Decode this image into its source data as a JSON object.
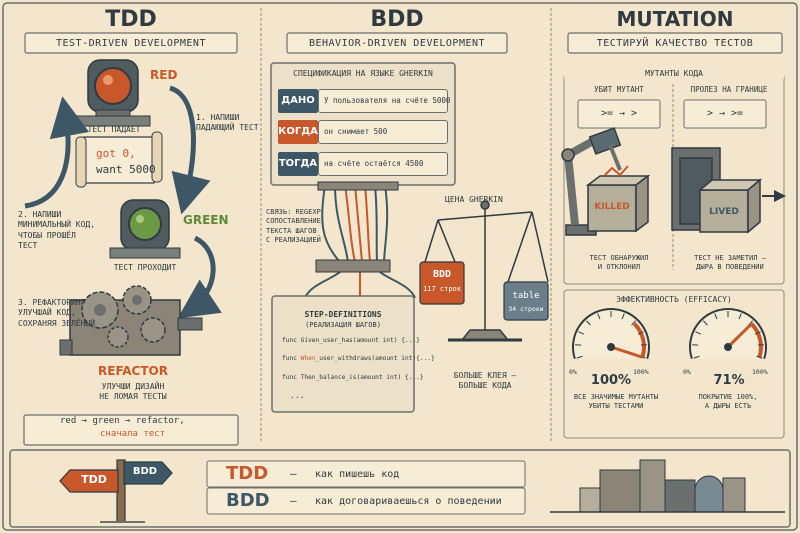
{
  "tdd": {
    "title": "TDD",
    "subtitle": "TEST-DRIVEN DEVELOPMENT",
    "red_label": "RED",
    "step1": "1. НАПИШИ\nПАДАЮЩИЙ ТЕСТ",
    "test_fails": "ТЕСТ ПАДАЕТ",
    "scroll_line1": "got 0,",
    "scroll_line2": "want 5000",
    "step2": "2. НАПИШИ\nМИНИМАЛЬНЫЙ КОД,\nЧТОБЫ ПРОШЁЛ\nТЕСТ",
    "green_label": "GREEN",
    "test_passes": "ТЕСТ ПРОХОДИТ",
    "step3": "3. РЕФАКТОРИНГ\nУЛУЧШАЙ КОД,\nСОХРАНЯЯ ЗЕЛЁНЫЙ",
    "refactor_label": "REFACTOR",
    "refactor_desc": "УЛУЧШИ ДИЗАЙН\nНЕ ЛОМАЯ ТЕСТЫ",
    "cycle_line1": "red → green → refactor,",
    "cycle_line2": "сначала тест"
  },
  "bdd": {
    "title": "BDD",
    "subtitle": "BEHAVIOR-DRIVEN DEVELOPMENT",
    "spec_title": "СПЕЦИФИКАЦИЯ НА ЯЗЫКЕ GHERKIN",
    "given_kw": "ДАНО",
    "given_text": "У пользователя на счёте 5000",
    "when_kw": "КОГДА",
    "when_text": "он снимает 500",
    "then_kw": "ТОГДА",
    "then_text": "на счёте остаётся 4500",
    "link_text": "СВЯЗЬ: REGEXP\nСОПОСТАВЛЕНИЕ\nТЕКСТА ШАГОВ\nС РЕАЛИЗАЦИЕЙ",
    "price_title": "ЦЕНА GHERKIN",
    "scale_left": "BDD",
    "scale_left_sub": "117 строк",
    "scale_right": "table",
    "scale_right_sub": "34 строки",
    "more_glue": "БОЛЬШЕ КЛЕЯ —\nБОЛЬШЕ КОДА",
    "stepdef_title": "STEP-DEFINITIONS",
    "stepdef_sub": "(РЕАЛИЗАЦИЯ ШАГОВ)",
    "func1_a": "func Given_user_has(amount int) {...}",
    "func2_pre": "func ",
    "func2_kw": "When",
    "func2_post": "_user_withdraws(amount int){...}",
    "func3": "func Then_balance_is(amount int) {...}",
    "ellipsis": "..."
  },
  "mutation": {
    "title": "MUTATION",
    "subtitle": "ТЕСТИРУЙ КАЧЕСТВО ТЕСТОВ",
    "mutants_title": "МУТАНТЫ КОДА",
    "killed_title": "УБИТ МУТАНТ",
    "killed_code": ">= → >",
    "lived_title": "ПРОЛЕЗ НА ГРАНИЦЕ",
    "lived_code": "> → >=",
    "killed_box": "KILLED",
    "lived_box": "LIVED",
    "killed_desc": "ТЕСТ ОБНАРУЖИЛ\nИ ОТКЛОНИЛ",
    "lived_desc": "ТЕСТ НЕ ЗАМЕТИЛ —\nДЫРА В ПОВЕДЕНИИ",
    "efficacy_title": "ЭФФЕКТИВНОСТЬ (EFFICACY)",
    "gauge1_min": "0%",
    "gauge1_max": "100%",
    "gauge1_value_label": "100%",
    "gauge1_value": 1.0,
    "gauge1_desc": "ВСЕ ЗНАЧИМЫЕ МУТАНТЫ\nУБИТЫ ТЕСТАМИ",
    "gauge2_min": "0%",
    "gauge2_max": "100%",
    "gauge2_value_label": "71%",
    "gauge2_value": 0.71,
    "gauge2_desc": "ПОКРЫТИЕ 100%,\nА ДЫРЫ ЕСТЬ"
  },
  "footer": {
    "sign_tdd": "TDD",
    "sign_bdd": "BDD",
    "row1_kw": "TDD",
    "row1_dash": "—",
    "row1_text": "как пишешь код",
    "row2_kw": "BDD",
    "row2_dash": "—",
    "row2_text": "как договариваешься о поведении"
  },
  "colors": {
    "bg": "#f3e6cc",
    "orange": "#c8582a",
    "navy": "#3d5767",
    "green": "#5d8a3a",
    "ink": "#2f3a42"
  }
}
